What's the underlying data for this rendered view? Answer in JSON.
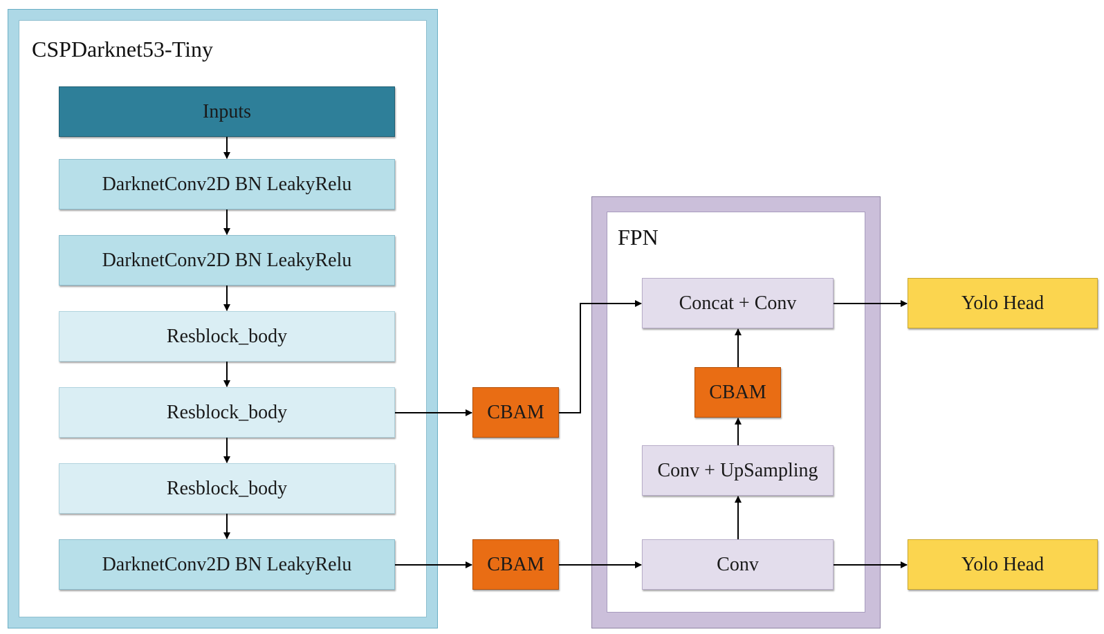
{
  "backbone": {
    "title": "CSPDarknet53-Tiny",
    "blocks": [
      "Inputs",
      "DarknetConv2D BN LeakyRelu",
      "DarknetConv2D BN LeakyRelu",
      "Resblock_body",
      "Resblock_body",
      "Resblock_body",
      "DarknetConv2D BN LeakyRelu"
    ]
  },
  "attention": {
    "cbam_upper": "CBAM",
    "cbam_lower": "CBAM"
  },
  "fpn": {
    "title": "FPN",
    "concat_conv": "Concat + Conv",
    "cbam": "CBAM",
    "conv_upsampling": "Conv + UpSampling",
    "conv": "Conv"
  },
  "heads": {
    "upper": "Yolo Head",
    "lower": "Yolo Head"
  },
  "colors": {
    "inputs": "#2e7f99",
    "darknet_conv": "#b7dfe9",
    "resblock": "#daeef4",
    "cbam": "#e96d14",
    "fpn_block": "#e3ddec",
    "yolo_head": "#fbd54f",
    "backbone_frame": "#add8e6",
    "fpn_frame": "#cbbfda"
  }
}
